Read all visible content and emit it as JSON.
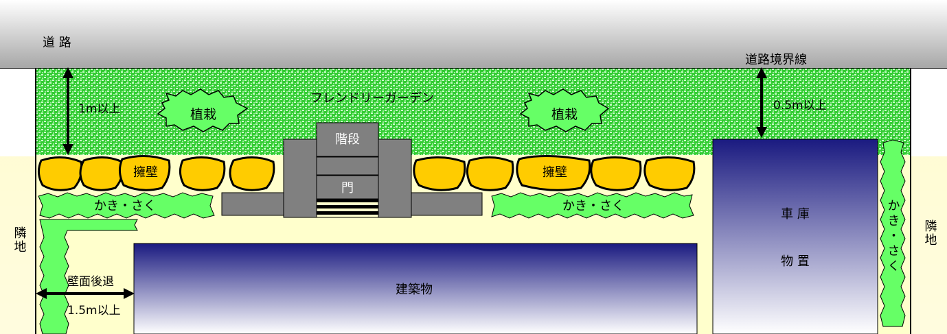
{
  "labels": {
    "road": "道 路",
    "road_boundary": "道路境界線",
    "friendly_garden": "フレンドリーガーデン",
    "setback_1m": "1m以上",
    "setback_05m": "0.5m以上",
    "planting_left": "植栽",
    "planting_right": "植栽",
    "stairs": "階段",
    "gate": "門",
    "retaining_wall_left": "擁壁",
    "retaining_wall_right": "擁壁",
    "hedge_left": "かき・さく",
    "hedge_right": "かき・さく",
    "hedge_vertical": "かき・さく",
    "neighbor_left": "隣地",
    "neighbor_right": "隣地",
    "garage_line1": "車 庫",
    "garage_line2": "物 置",
    "building": "建築物",
    "wall_setback": "壁面後退",
    "wall_setback_distance": "1.5m以上"
  },
  "colors": {
    "road_top": "#ffffff",
    "road_bottom": "#a6a6a6",
    "garden_green": "#33cc33",
    "garden_light": "#ccffcc",
    "lot_cream": "#ffffcc",
    "hedge_green": "#66ff66",
    "wall_orange": "#ffcc00",
    "concrete_gray": "#808080",
    "navy": "#1a1a80"
  },
  "icons": [
    "double-arrow-icon",
    "cloud-shape-icon",
    "rock-icon"
  ]
}
